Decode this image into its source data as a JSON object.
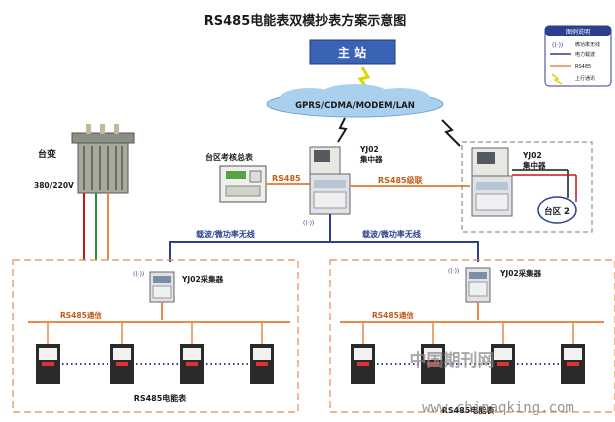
{
  "title": "RS485电能表双模抄表方案示意图",
  "master_station": "主 站",
  "network": "GPRS/CDMA/MODEM/LAN",
  "legend": {
    "header": "图例说明",
    "items": [
      {
        "label": "微功率无线",
        "kind": "wireless"
      },
      {
        "label": "电力载波",
        "kind": "plc"
      },
      {
        "label": "RS485",
        "kind": "rs485"
      },
      {
        "label": "上行通讯",
        "kind": "uplink"
      }
    ]
  },
  "transformer": {
    "name": "台变",
    "voltage": "380/220V"
  },
  "area_meter": "台区考核总表",
  "concentrator_1": {
    "line1": "YJ02",
    "line2": "集中器"
  },
  "concentrator_2": {
    "line1": "YJ02",
    "line2": "集中器"
  },
  "rs485_link": "RS485",
  "rs485_cascade": "RS485级联",
  "area2": "台区 2",
  "plc_label_left": "载波/微功率无线",
  "plc_label_right": "载波/微功率无线",
  "collector_left": "YJ02采集器",
  "collector_right": "YJ02采集器",
  "rs485_comm_left": "RS485通信",
  "rs485_comm_right": "RS485通信",
  "meters_left": "RS485电能表",
  "meters_right": "RS485电能表",
  "watermark_cn": "中国期刊网",
  "watermark_url": "www.chinaqking.com",
  "colors": {
    "orange": "#e8894a",
    "blue": "#2b3f8f",
    "red": "#c8161d",
    "green": "#2e8b3a",
    "lightning": "#e6e600"
  }
}
